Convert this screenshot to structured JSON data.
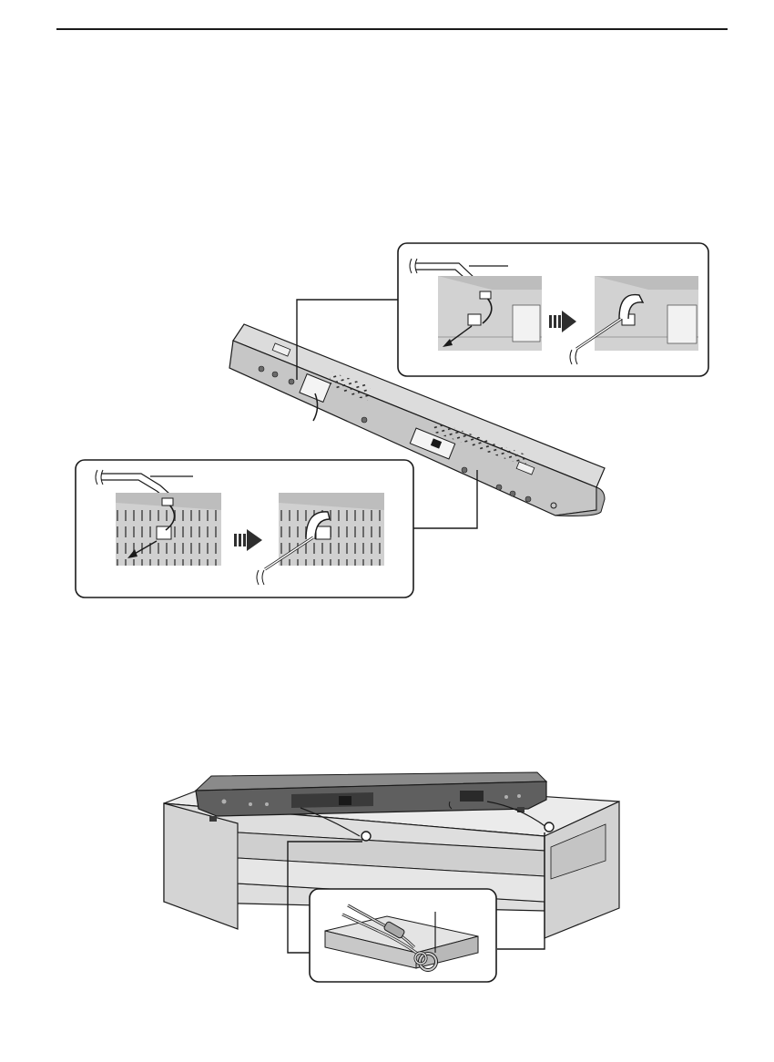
{
  "page": {
    "header_rule": true
  },
  "figures": [
    {
      "id": "figure-1",
      "subject": "speaker-bar-back-view",
      "callouts": [
        "upper-cable-hook-detail",
        "lower-cable-hook-detail"
      ]
    },
    {
      "id": "figure-2",
      "subject": "speaker-on-tv-stand",
      "callouts": [
        "fall-prevention-screw-eye-detail"
      ]
    }
  ],
  "colors": {
    "line": "#1a1a1a",
    "device_fill": "#c8c8c8",
    "device_dark": "#5a5a5a",
    "stand_fill": "#e4e4e4",
    "detail_fill": "#d3d3d3",
    "arrow_fill": "#333333"
  }
}
